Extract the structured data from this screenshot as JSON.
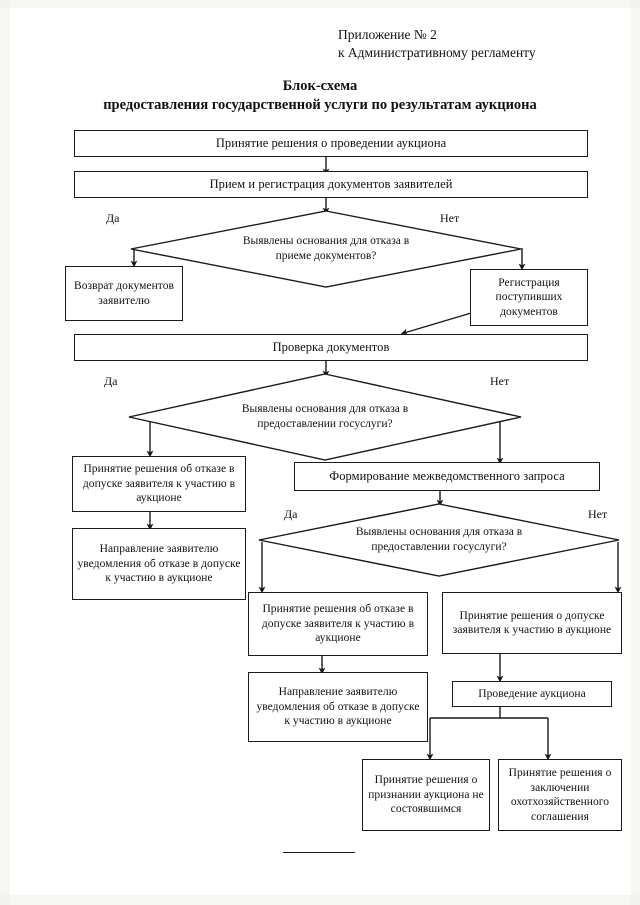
{
  "document": {
    "header": {
      "line1": "Приложение № 2",
      "line2": "к Административному регламенту"
    },
    "title": {
      "main": "Блок-схема",
      "sub": "предоставления государственной услуги по результатам аукциона"
    },
    "footer_divider": "horizontal-rule"
  },
  "flowchart": {
    "type": "flowchart",
    "orientation": "top-down",
    "branch_labels": {
      "yes": "Да",
      "no": "Нет"
    },
    "nodes": [
      {
        "id": "n1",
        "shape": "process",
        "text": "Принятие решения о проведении аукциона"
      },
      {
        "id": "n2",
        "shape": "process",
        "text": "Прием и регистрация документов заявителей"
      },
      {
        "id": "d1",
        "shape": "decision",
        "line1": "Выявлены основания для отказа в",
        "line2": "приеме документов?"
      },
      {
        "id": "n3",
        "shape": "process",
        "text": "Возврат документов заявителю"
      },
      {
        "id": "n4",
        "shape": "process",
        "text": "Регистрация поступивших документов"
      },
      {
        "id": "n5",
        "shape": "process",
        "text": "Проверка документов"
      },
      {
        "id": "d2",
        "shape": "decision",
        "line1": "Выявлены основания для отказа в",
        "line2": "предоставлении госуслуги?"
      },
      {
        "id": "n6",
        "shape": "process",
        "text": "Принятие решения об отказе в допуске заявителя к участию в аукционе"
      },
      {
        "id": "n7",
        "shape": "process",
        "text": "Формирование межведомственного запроса"
      },
      {
        "id": "n8",
        "shape": "process",
        "text": "Направление заявителю уведомления об отказе в допуске к участию в аукционе"
      },
      {
        "id": "d3",
        "shape": "decision",
        "line1": "Выявлены основания для отказа в",
        "line2": "предоставлении госуслуги?"
      },
      {
        "id": "n9",
        "shape": "process",
        "text": "Принятие решения об отказе в допуске заявителя к участию в аукционе"
      },
      {
        "id": "n10",
        "shape": "process",
        "text": "Принятие решения о допуске заявителя к участию в аукционе"
      },
      {
        "id": "n11",
        "shape": "process",
        "text": "Направление заявителю уведомления об отказе в допуске к участию в аукционе"
      },
      {
        "id": "n12",
        "shape": "process",
        "text": "Проведение аукциона"
      },
      {
        "id": "n13",
        "shape": "process",
        "text": "Принятие решения о признании аукциона не состоявшимся"
      },
      {
        "id": "n14",
        "shape": "process",
        "text": "Принятие решения о заключении охотхозяйственного соглашения"
      }
    ],
    "edges": [
      {
        "from": "n1",
        "to": "n2",
        "label": ""
      },
      {
        "from": "n2",
        "to": "d1",
        "label": ""
      },
      {
        "from": "d1",
        "to": "n3",
        "label": "Да"
      },
      {
        "from": "d1",
        "to": "n4",
        "label": "Нет"
      },
      {
        "from": "n4",
        "to": "n5",
        "label": ""
      },
      {
        "from": "n5",
        "to": "d2",
        "label": ""
      },
      {
        "from": "d2",
        "to": "n6",
        "label": "Да"
      },
      {
        "from": "d2",
        "to": "n7",
        "label": "Нет"
      },
      {
        "from": "n6",
        "to": "n8",
        "label": ""
      },
      {
        "from": "n7",
        "to": "d3",
        "label": ""
      },
      {
        "from": "d3",
        "to": "n9",
        "label": "Да"
      },
      {
        "from": "d3",
        "to": "n10",
        "label": "Нет"
      },
      {
        "from": "n9",
        "to": "n11",
        "label": ""
      },
      {
        "from": "n10",
        "to": "n12",
        "label": ""
      },
      {
        "from": "n12",
        "to": "n13",
        "label": ""
      },
      {
        "from": "n12",
        "to": "n14",
        "label": ""
      }
    ]
  },
  "colors": {
    "ink": "#1a1a1a",
    "paper": "#ffffff",
    "scan_edge": "#efeeea"
  },
  "margin_notes": {
    "right": "",
    "left": ""
  }
}
